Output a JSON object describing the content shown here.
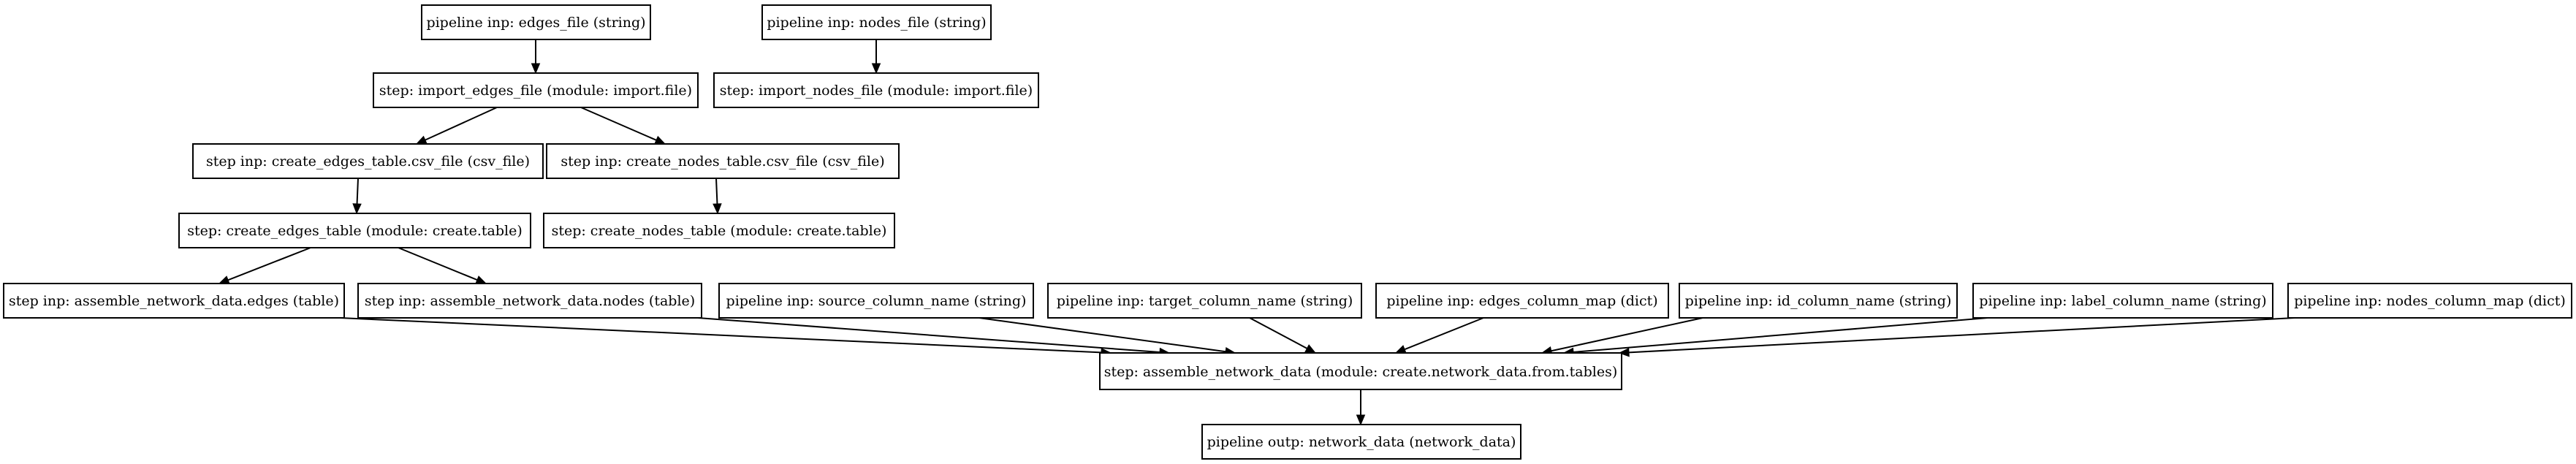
{
  "diagram": {
    "nodes": [
      {
        "id": "pin_edges_file",
        "label": "pipeline inp: edges_file (string)"
      },
      {
        "id": "pin_nodes_file",
        "label": "pipeline inp: nodes_file (string)"
      },
      {
        "id": "step_import_edges",
        "label": "step: import_edges_file (module: import.file)"
      },
      {
        "id": "step_import_nodes",
        "label": "step: import_nodes_file (module: import.file)"
      },
      {
        "id": "sin_edges_csv",
        "label": "step inp: create_edges_table.csv_file (csv_file)"
      },
      {
        "id": "sin_nodes_csv",
        "label": "step inp: create_nodes_table.csv_file (csv_file)"
      },
      {
        "id": "step_create_edges",
        "label": "step: create_edges_table (module: create.table)"
      },
      {
        "id": "step_create_nodes",
        "label": "step: create_nodes_table (module: create.table)"
      },
      {
        "id": "sin_assemble_edges",
        "label": "step inp: assemble_network_data.edges (table)"
      },
      {
        "id": "sin_assemble_nodes",
        "label": "step inp: assemble_network_data.nodes (table)"
      },
      {
        "id": "pin_source_col",
        "label": "pipeline inp: source_column_name (string)"
      },
      {
        "id": "pin_target_col",
        "label": "pipeline inp: target_column_name (string)"
      },
      {
        "id": "pin_edges_map",
        "label": "pipeline inp: edges_column_map (dict)"
      },
      {
        "id": "pin_id_col",
        "label": "pipeline inp: id_column_name (string)"
      },
      {
        "id": "pin_label_col",
        "label": "pipeline inp: label_column_name (string)"
      },
      {
        "id": "pin_nodes_map",
        "label": "pipeline inp: nodes_column_map (dict)"
      },
      {
        "id": "step_assemble",
        "label": "step: assemble_network_data (module: create.network_data.from.tables)"
      },
      {
        "id": "pout_network",
        "label": "pipeline outp: network_data (network_data)"
      }
    ],
    "edges": [
      {
        "from": "pin_edges_file",
        "to": "step_import_edges"
      },
      {
        "from": "pin_nodes_file",
        "to": "step_import_nodes"
      },
      {
        "from": "step_import_edges",
        "to": "sin_edges_csv"
      },
      {
        "from": "step_import_edges",
        "to": "sin_nodes_csv"
      },
      {
        "from": "sin_edges_csv",
        "to": "step_create_edges"
      },
      {
        "from": "sin_nodes_csv",
        "to": "step_create_nodes"
      },
      {
        "from": "step_create_edges",
        "to": "sin_assemble_edges"
      },
      {
        "from": "step_create_edges",
        "to": "sin_assemble_nodes"
      },
      {
        "from": "sin_assemble_edges",
        "to": "step_assemble"
      },
      {
        "from": "sin_assemble_nodes",
        "to": "step_assemble"
      },
      {
        "from": "pin_source_col",
        "to": "step_assemble"
      },
      {
        "from": "pin_target_col",
        "to": "step_assemble"
      },
      {
        "from": "pin_edges_map",
        "to": "step_assemble"
      },
      {
        "from": "pin_id_col",
        "to": "step_assemble"
      },
      {
        "from": "pin_label_col",
        "to": "step_assemble"
      },
      {
        "from": "pin_nodes_map",
        "to": "step_assemble"
      },
      {
        "from": "step_assemble",
        "to": "pout_network"
      }
    ]
  }
}
